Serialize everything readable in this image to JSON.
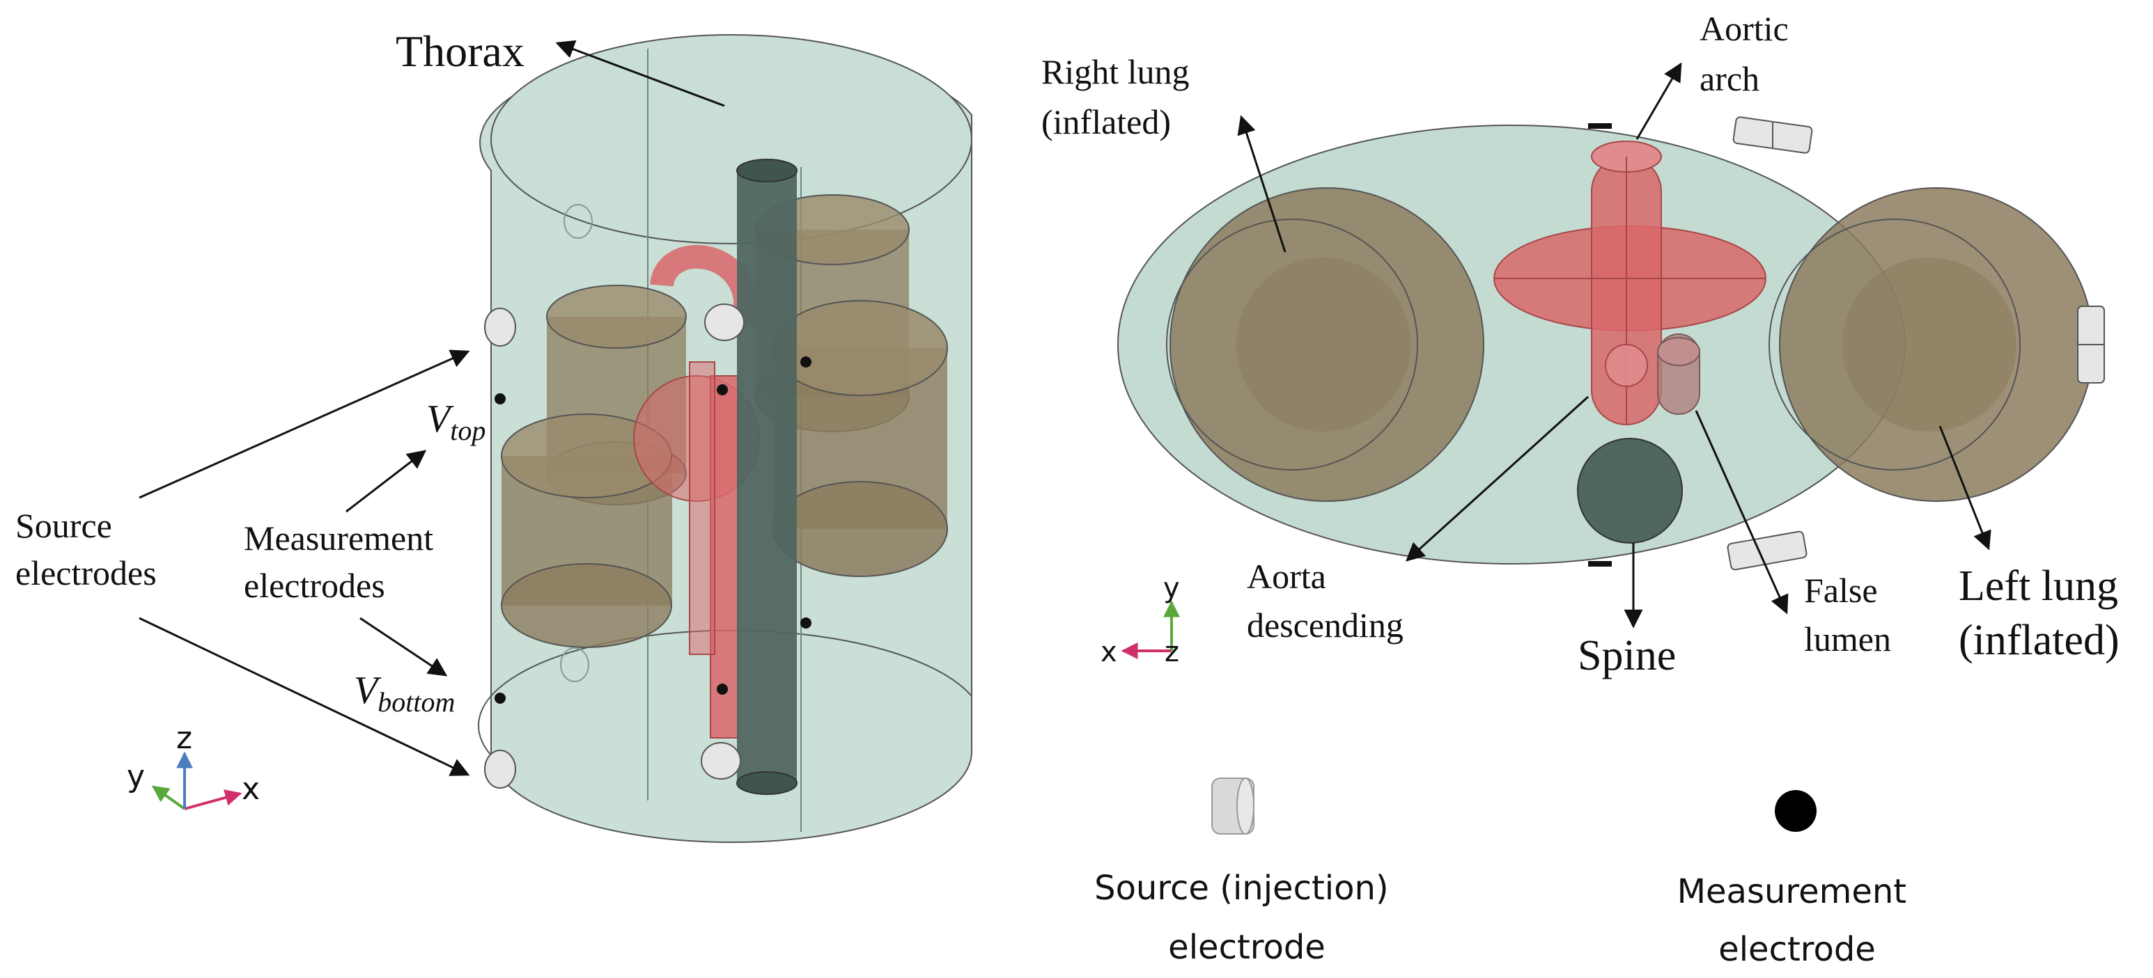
{
  "left_view": {
    "thorax_label": "Thorax",
    "source_label": [
      "Source",
      "electrodes"
    ],
    "measurement_label": [
      "Measurement",
      "electrodes"
    ],
    "v_top": {
      "base": "V",
      "sub": "top"
    },
    "v_bottom": {
      "base": "V",
      "sub": "bottom"
    },
    "axes": {
      "x": "x",
      "y": "y",
      "z": "z"
    }
  },
  "right_view": {
    "right_lung_label": [
      "Right lung",
      "(inflated)"
    ],
    "aortic_arch_label": [
      "Aortic",
      "arch"
    ],
    "aorta_descending_label": [
      "Aorta",
      "descending"
    ],
    "false_lumen_label": [
      "False",
      "lumen"
    ],
    "spine_label": "Spine",
    "left_lung_label": [
      "Left lung",
      "(inflated)"
    ],
    "axes": {
      "x": "x",
      "y": "y",
      "z": "z"
    }
  },
  "legend": {
    "source": [
      "Source (injection)",
      "electrode"
    ],
    "measurement": [
      "Measurement",
      "electrode"
    ]
  },
  "colors": {
    "thorax_fill": "#bdd5cc",
    "lung_fill": "#8c7d5f",
    "aorta_fill": "#d9676a",
    "spine_fill": "#506660",
    "electrode_fill": "#e6e6e6",
    "axis_x": "#d0306a",
    "axis_y": "#5aa83a",
    "axis_z": "#4a7cc0"
  }
}
